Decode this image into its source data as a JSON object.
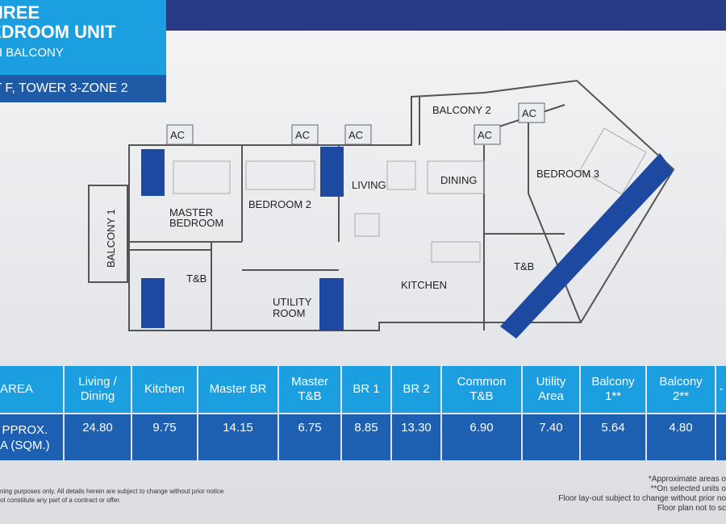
{
  "title": {
    "line1": "HREE",
    "line2": "EDROOM UNIT",
    "line3": "TH BALCONY"
  },
  "subtitle": "IT F, TOWER 3-ZONE 2",
  "plan": {
    "rooms": {
      "balcony1": "BALCONY 1",
      "master_line1": "MASTER",
      "master_line2": "BEDROOM",
      "bedroom2": "BEDROOM 2",
      "living": "LIVING",
      "dining": "DINING",
      "balcony2": "BALCONY 2",
      "bedroom3": "BEDROOM 3",
      "tb_left": "T&B",
      "tb_right": "T&B",
      "utility_line1": "UTILITY",
      "utility_line2": "ROOM",
      "kitchen": "KITCHEN"
    },
    "ac_label": "AC"
  },
  "table": {
    "columns": [
      {
        "header": "AREA",
        "value": "PPROX.\nA (SQM.)"
      },
      {
        "header": "Living /\nDining",
        "value": "24.80"
      },
      {
        "header": "Kitchen",
        "value": "9.75"
      },
      {
        "header": "Master BR",
        "value": "14.15"
      },
      {
        "header": "Master\nT&B",
        "value": "6.75"
      },
      {
        "header": "BR 1",
        "value": "8.85"
      },
      {
        "header": "BR 2",
        "value": "13.30"
      },
      {
        "header": "Common\nT&B",
        "value": "6.90"
      },
      {
        "header": "Utility\nArea",
        "value": "7.40"
      },
      {
        "header": "Balcony\n1**",
        "value": "5.64"
      },
      {
        "header": "Balcony\n2**",
        "value": "4.80"
      },
      {
        "header": "-",
        "value": ""
      }
    ]
  },
  "notes": {
    "left_line1": "ning purposes only. All details herein are subject to change without prior notice",
    "left_line2": "ot constitute any part of a contract or offer.",
    "right_line1": "*Approximate areas o",
    "right_line2": "**On selected units o",
    "right_line3": "Floor lay-out subject to change without prior no",
    "right_line4": "Floor plan not to sc"
  },
  "colors": {
    "navy": "#2a3b86",
    "light_blue": "#1b9fe0",
    "mid_blue": "#1d5fb0",
    "column_blue": "#1d4aa0"
  }
}
